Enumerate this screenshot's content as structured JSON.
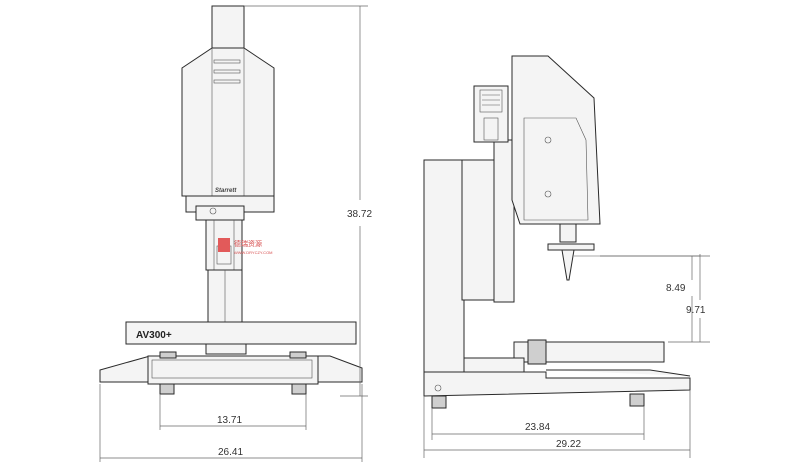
{
  "product": {
    "model_label": "AV300+",
    "maker_logo": "Starrett"
  },
  "dimensions": {
    "front_overall_height": "38.72",
    "front_foot_spacing": "13.71",
    "front_overall_width": "26.41",
    "side_height_upper": "8.49",
    "side_height_lower": "9.71",
    "side_base_depth": "23.84",
    "side_overall_depth": "29.22"
  },
  "watermark": {
    "text": "德瑞资源",
    "subtext": "WWW.DRYCZY.COM"
  }
}
